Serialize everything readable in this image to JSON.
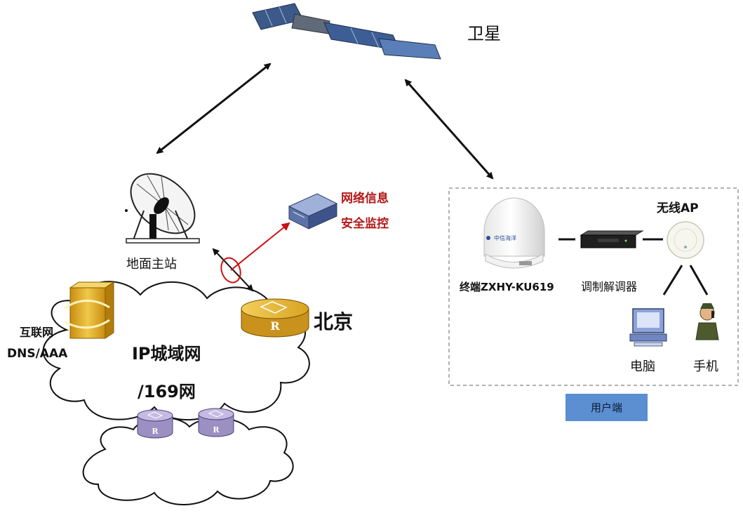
{
  "labels": {
    "satellite": "卫星",
    "ground_station": "地面主站",
    "security_monitor_line1": "网络信息",
    "security_monitor_line2": "安全监控",
    "internet": "互联网",
    "dns_aaa": "DNS/AAA",
    "beijing": "北京",
    "ip_network_line1": "IP城域网",
    "ip_network_line2": "/169网",
    "terminal": "终端ZXHY-KU619",
    "modem": "调制解调器",
    "wireless_ap": "无线AP",
    "computer": "电脑",
    "phone": "手机",
    "user_side": "用户端",
    "router_mark": "R",
    "dome_brand": "中信海洋"
  },
  "colors": {
    "security_text": "#b41818",
    "security_arrow": "#cc1111",
    "user_side_button": "#5b8fd1",
    "router_gold": "#d8a322",
    "router_purple": "#a497c9",
    "firewall_gold": "#d6a020"
  }
}
